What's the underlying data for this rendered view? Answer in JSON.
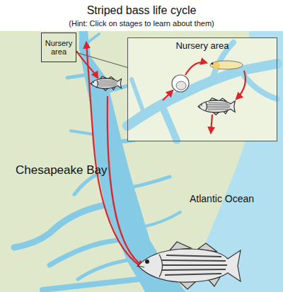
{
  "diagram": {
    "title": "Striped bass life cycle",
    "nodes": [
      {
        "text": [
          "Nursery area"
        ]
      },
      {
        "text": [
          "Nursery area"
        ]
      }
    ],
    "edges": [
      {
        "from": 0,
        "to": 1,
        "arrow": "none"
      }
    ],
    "labels": [
      "(Hint: Click on stages to learn about them)",
      "Chesapeake Bay",
      "Atlantic Ocean"
    ]
  }
}
